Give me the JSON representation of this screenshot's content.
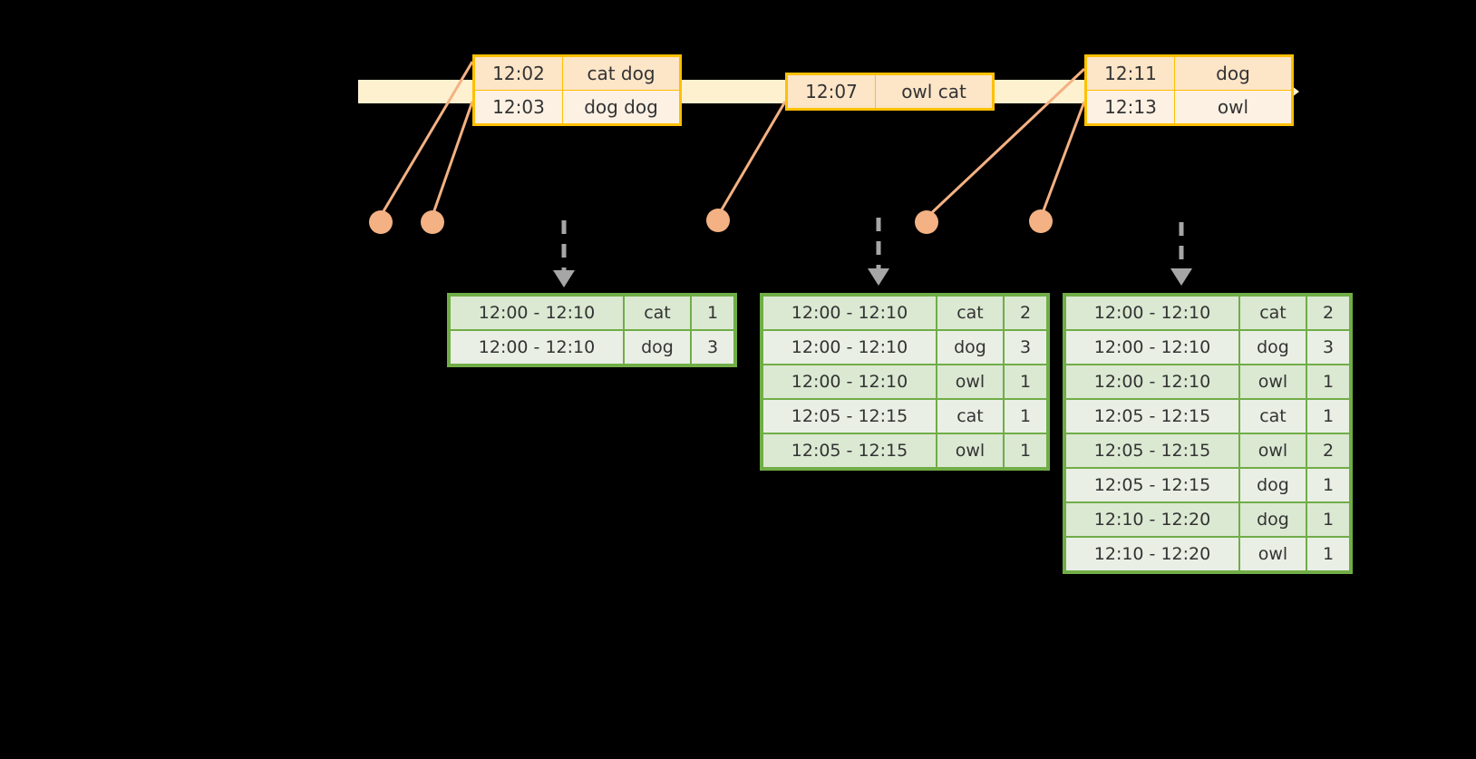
{
  "diagram": {
    "title": "windowed-aggregation-timeline",
    "colors": {
      "background": "#000000",
      "timeline_fill": "#fdf1cf",
      "event_border": "#ffc000",
      "event_fill_odd": "#fde5c8",
      "event_fill_even": "#fdf1e4",
      "result_border": "#70ad47",
      "result_fill_odd": "#dbe8d2",
      "result_fill_even": "#e9efe5",
      "connector": "#f4b183",
      "arrow": "#a6a6a6"
    }
  },
  "timeline": {
    "name": "event-timeline-arrow",
    "events": [
      {
        "name": "event-group-1",
        "rows": [
          {
            "time": "12:02",
            "value": "cat dog"
          },
          {
            "time": "12:03",
            "value": "dog dog"
          }
        ]
      },
      {
        "name": "event-group-2",
        "rows": [
          {
            "time": "12:07",
            "value": "owl cat"
          }
        ]
      },
      {
        "name": "event-group-3",
        "rows": [
          {
            "time": "12:11",
            "value": "dog"
          },
          {
            "time": "12:13",
            "value": "owl"
          }
        ]
      }
    ]
  },
  "results": [
    {
      "name": "result-table-1",
      "rows": [
        {
          "window": "12:00 - 12:10",
          "key": "cat",
          "count": "1"
        },
        {
          "window": "12:00 - 12:10",
          "key": "dog",
          "count": "3"
        }
      ]
    },
    {
      "name": "result-table-2",
      "rows": [
        {
          "window": "12:00 - 12:10",
          "key": "cat",
          "count": "2"
        },
        {
          "window": "12:00 - 12:10",
          "key": "dog",
          "count": "3"
        },
        {
          "window": "12:00 - 12:10",
          "key": "owl",
          "count": "1"
        },
        {
          "window": "12:05 - 12:15",
          "key": "cat",
          "count": "1"
        },
        {
          "window": "12:05 - 12:15",
          "key": "owl",
          "count": "1"
        }
      ]
    },
    {
      "name": "result-table-3",
      "rows": [
        {
          "window": "12:00 - 12:10",
          "key": "cat",
          "count": "2"
        },
        {
          "window": "12:00 - 12:10",
          "key": "dog",
          "count": "3"
        },
        {
          "window": "12:00 - 12:10",
          "key": "owl",
          "count": "1"
        },
        {
          "window": "12:05 - 12:15",
          "key": "cat",
          "count": "1"
        },
        {
          "window": "12:05 - 12:15",
          "key": "owl",
          "count": "2"
        },
        {
          "window": "12:05 - 12:15",
          "key": "dog",
          "count": "1"
        },
        {
          "window": "12:10 - 12:20",
          "key": "dog",
          "count": "1"
        },
        {
          "window": "12:10 - 12:20",
          "key": "owl",
          "count": "1"
        }
      ]
    }
  ]
}
